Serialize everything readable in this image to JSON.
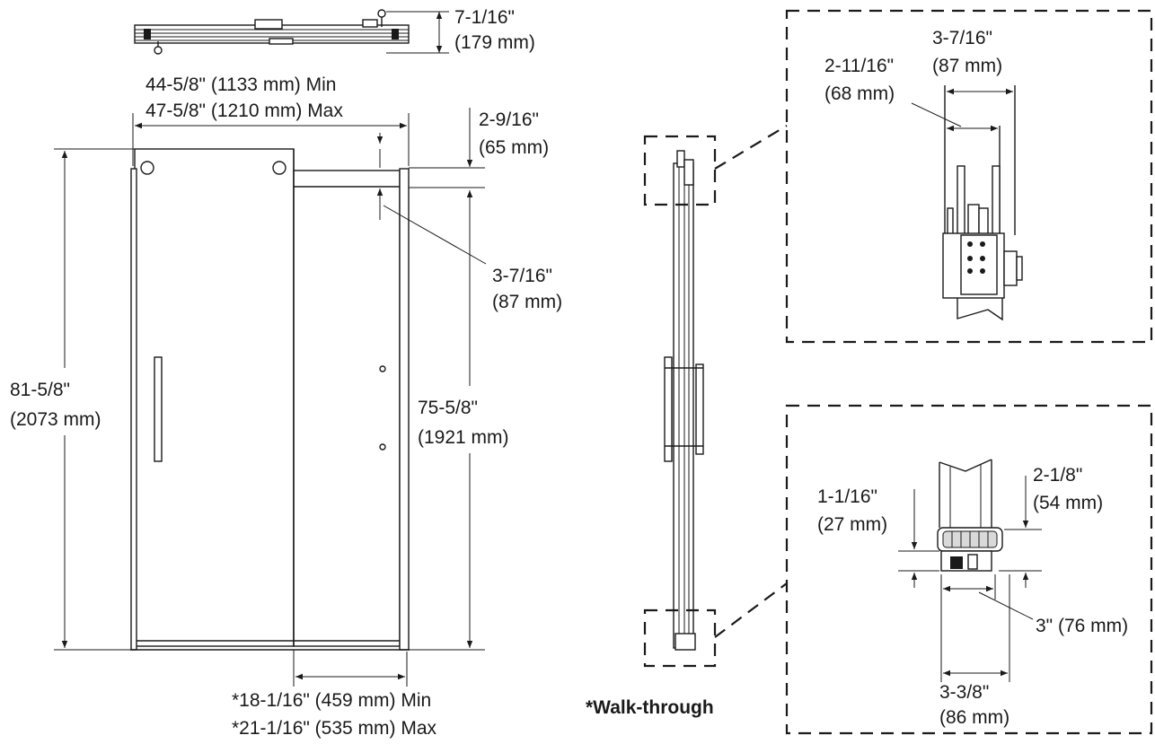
{
  "colors": {
    "line": "#1a1a1a",
    "background": "#ffffff"
  },
  "top_view": {
    "depth_in": "7-1/16\"",
    "depth_mm": "(179 mm)"
  },
  "front_view": {
    "width_min": "44-5/8\" (1133 mm) Min",
    "width_max": "47-5/8\" (1210 mm) Max",
    "track_offset_in": "2-9/16\"",
    "track_offset_mm": "(65 mm)",
    "header_in": "3-7/16\"",
    "header_mm": "(87 mm)",
    "overall_height_in": "81-5/8\"",
    "overall_height_mm": "(2073 mm)",
    "door_height_in": "75-5/8\"",
    "door_height_mm": "(1921 mm)",
    "walkthrough_min": "*18-1/16\" (459 mm) Min",
    "walkthrough_max": "*21-1/16\" (535 mm) Max"
  },
  "side_view": {
    "note": "*Walk-through"
  },
  "detail_top": {
    "rail_width_in": "3-7/16\"",
    "rail_width_mm": "(87 mm)",
    "inner_width_in": "2-11/16\"",
    "inner_width_mm": "(68 mm)"
  },
  "detail_bottom": {
    "guide_height_in": "2-1/8\"",
    "guide_height_mm": "(54 mm)",
    "gap_in": "1-1/16\"",
    "gap_mm": "(27 mm)",
    "guide_width": "3\" (76 mm)",
    "guide_depth_in": "3-3/8\"",
    "guide_depth_mm": "(86 mm)"
  }
}
